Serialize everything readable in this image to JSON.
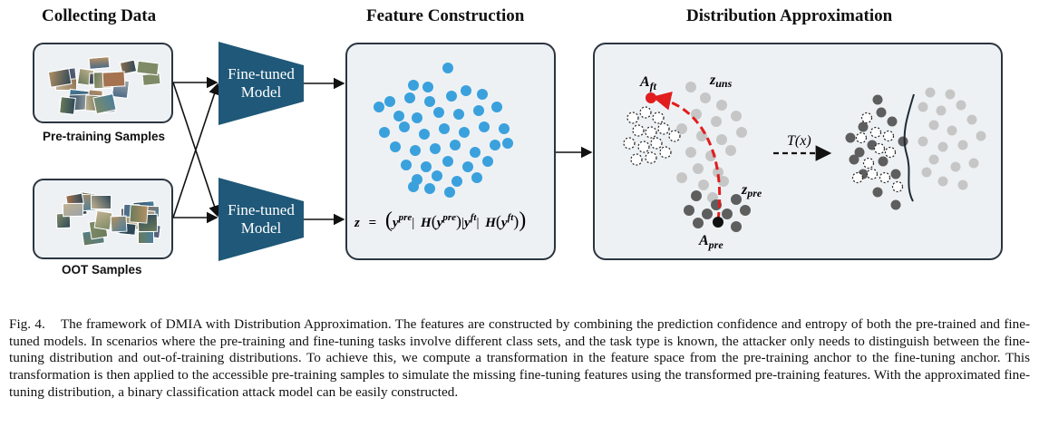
{
  "titles": {
    "collecting": "Collecting Data",
    "feature": "Feature Construction",
    "distribution": "Distribution Approximation"
  },
  "samples": {
    "pretraining_label": "Pre-training Samples",
    "oot_label": "OOT Samples"
  },
  "models": {
    "top_line1": "Fine-tuned",
    "top_line2": "Model",
    "bottom_line1": "Fine-tuned",
    "bottom_line2": "Model"
  },
  "formula": {
    "lhs": "z",
    "eq": "=",
    "ypre": "y",
    "sup_pre": "pre",
    "H": "H",
    "yft": "y",
    "sup_ft": "ft"
  },
  "distribution": {
    "a_ft": "A",
    "a_ft_sub": "ft",
    "z_uns": "z",
    "z_uns_sub": "uns",
    "z_pre": "z",
    "z_pre_sub": "pre",
    "a_pre": "A",
    "a_pre_sub": "pre",
    "transform": "T(x)"
  },
  "caption": {
    "label": "Fig. 4.",
    "text": "The framework of DMIA with Distribution Approximation. The features are constructed by combining the prediction confidence and entropy of both the pre-trained and fine-tuned models. In scenarios where the pre-training and fine-tuning tasks involve different class sets, and the task type is known, the attacker only needs to distinguish between the fine-tuning distribution and out-of-training distributions. To achieve this, we compute a transformation in the feature space from the pre-training anchor to the fine-tuning anchor. This transformation is then applied to the accessible pre-training samples to simulate the missing fine-tuning features using the transformed pre-training features. With the approximated fine-tuning distribution, a binary classification attack model can be easily constructed."
  },
  "colors": {
    "model_fill": "#1f5878",
    "feature_dot": "#3aa1dd",
    "light_gray": "#c6c6c6",
    "dark_gray": "#5e5e5e",
    "anchor_red": "#e21d1d"
  }
}
